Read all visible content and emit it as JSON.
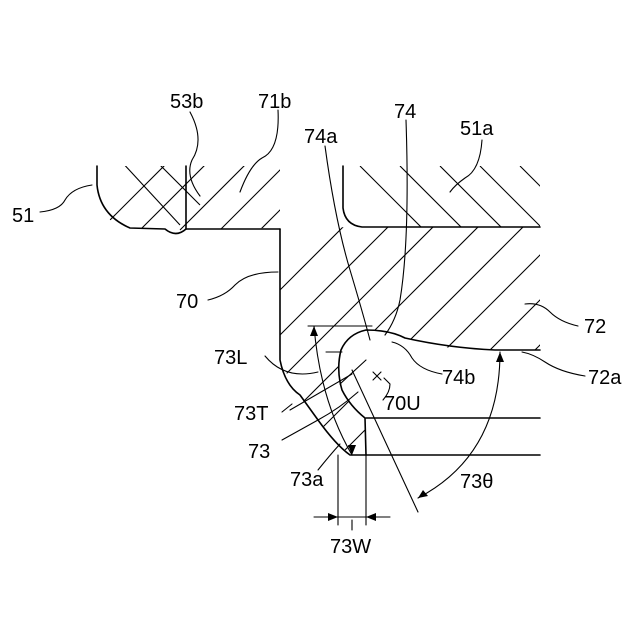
{
  "labels": {
    "l51": "51",
    "l53b": "53b",
    "l71b": "71b",
    "l74a": "74a",
    "l74": "74",
    "l51a": "51a",
    "l70": "70",
    "l72": "72",
    "l73L": "73L",
    "l74b": "74b",
    "l72a": "72a",
    "l73T": "73T",
    "l70U": "70U",
    "l73": "73",
    "l73a": "73a",
    "l73theta": "73θ",
    "l73W": "73W"
  }
}
